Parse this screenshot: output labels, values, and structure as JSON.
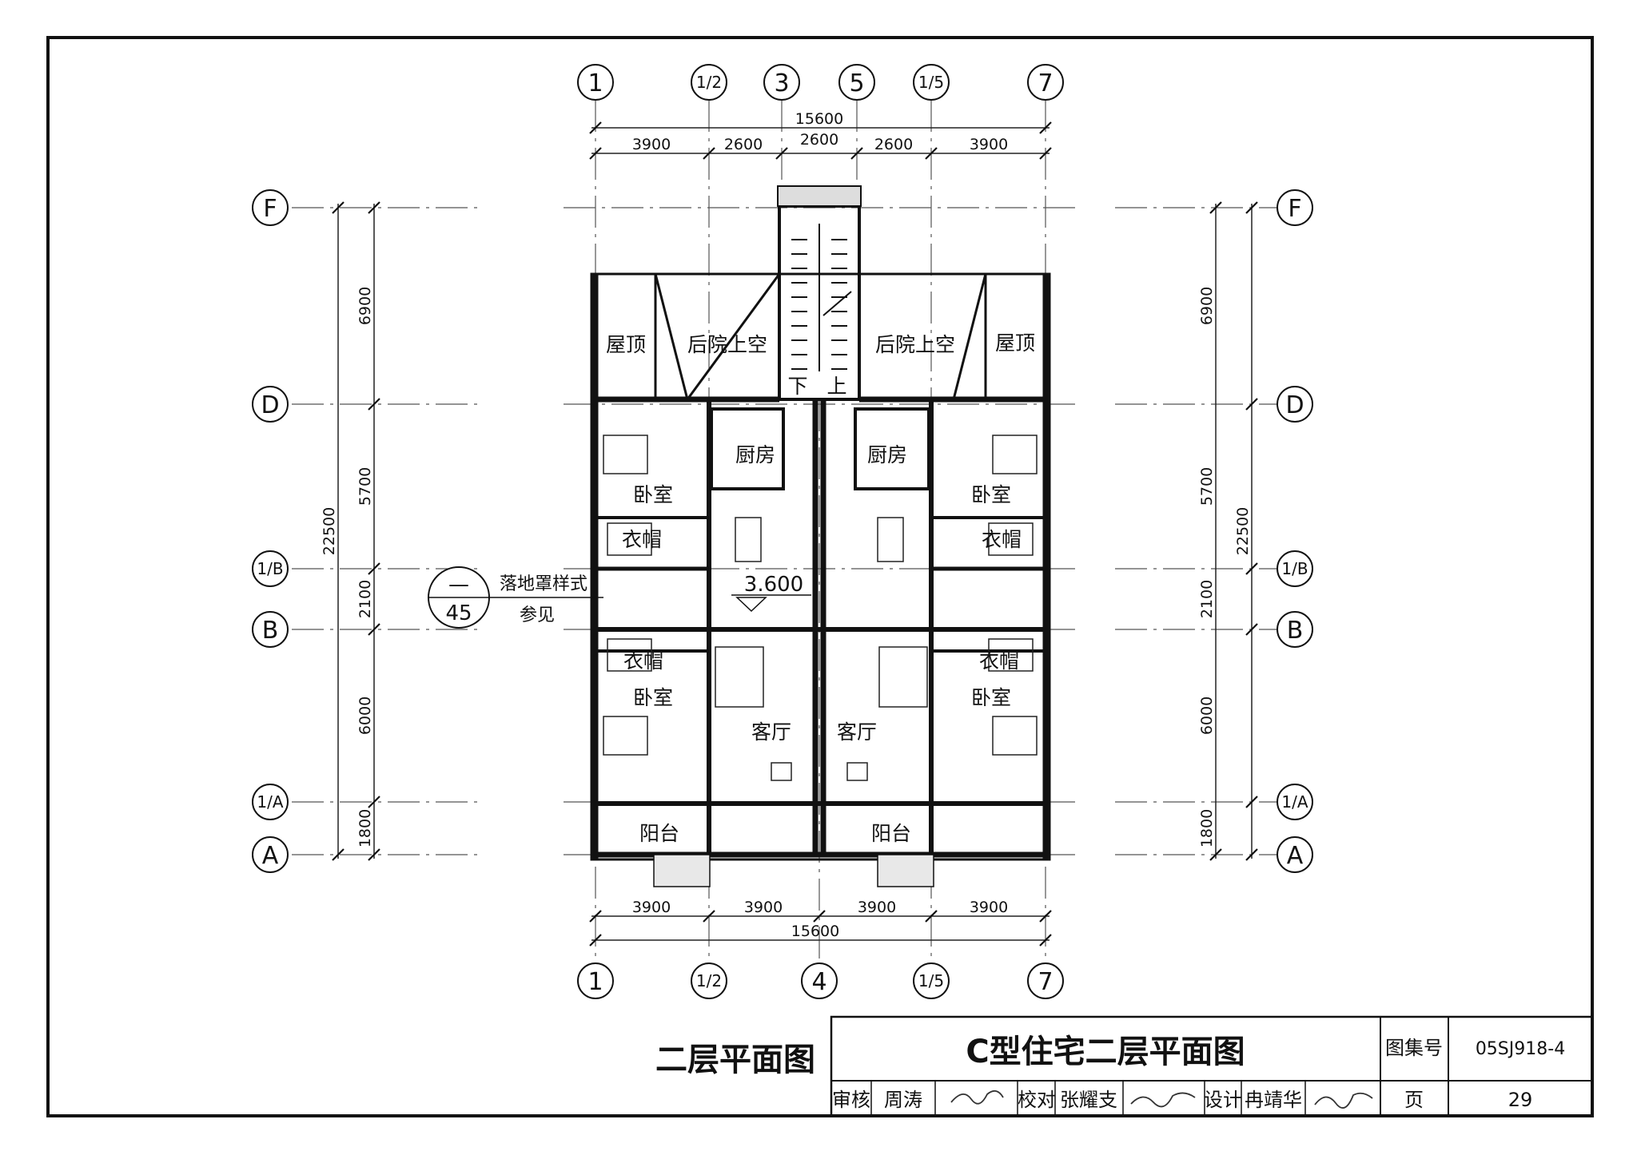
{
  "title_block": {
    "left_title": "二层平面图",
    "drawing_title": "C型住宅二层平面图",
    "atlas_label": "图集号",
    "atlas_no": "05SJ918-4",
    "page_label": "页",
    "page_no": "29",
    "review_label": "审核",
    "review_name": "周涛",
    "check_label": "校对",
    "check_name": "张耀支",
    "design_label": "设计",
    "design_name": "冉靖华"
  },
  "axes": {
    "top": [
      "1",
      "1/2",
      "3",
      "5",
      "1/5",
      "7"
    ],
    "bottom": [
      "1",
      "1/2",
      "4",
      "1/5",
      "7"
    ],
    "left": [
      "F",
      "D",
      "1/B",
      "B",
      "1/A",
      "A"
    ],
    "right": [
      "F",
      "D",
      "1/B",
      "B",
      "1/A",
      "A"
    ]
  },
  "dimensions": {
    "top_total": "15600",
    "top_segments": [
      "3900",
      "2600",
      "2600",
      "2600",
      "3900"
    ],
    "bottom_total": "15600",
    "bottom_segments": [
      "3900",
      "3900",
      "3900",
      "3900"
    ],
    "left_total": "22500",
    "left_segments": [
      "6900",
      "5700",
      "2100",
      "6000",
      "1800"
    ],
    "right_total": "22500",
    "right_segments": [
      "6900",
      "5700",
      "2100",
      "6000",
      "1800"
    ]
  },
  "rooms": {
    "roof": "屋顶",
    "backyard_void": "后院上空",
    "kitchen": "厨房",
    "bedroom": "卧室",
    "closet": "衣帽",
    "living": "客厅",
    "balcony": "阳台",
    "stair_down": "下",
    "stair_up": "上"
  },
  "annotations": {
    "elevation": "3.600",
    "detail_note_1": "落地罩样式",
    "detail_note_2": "参见",
    "detail_ref_top": "—",
    "detail_ref_bottom": "45"
  }
}
